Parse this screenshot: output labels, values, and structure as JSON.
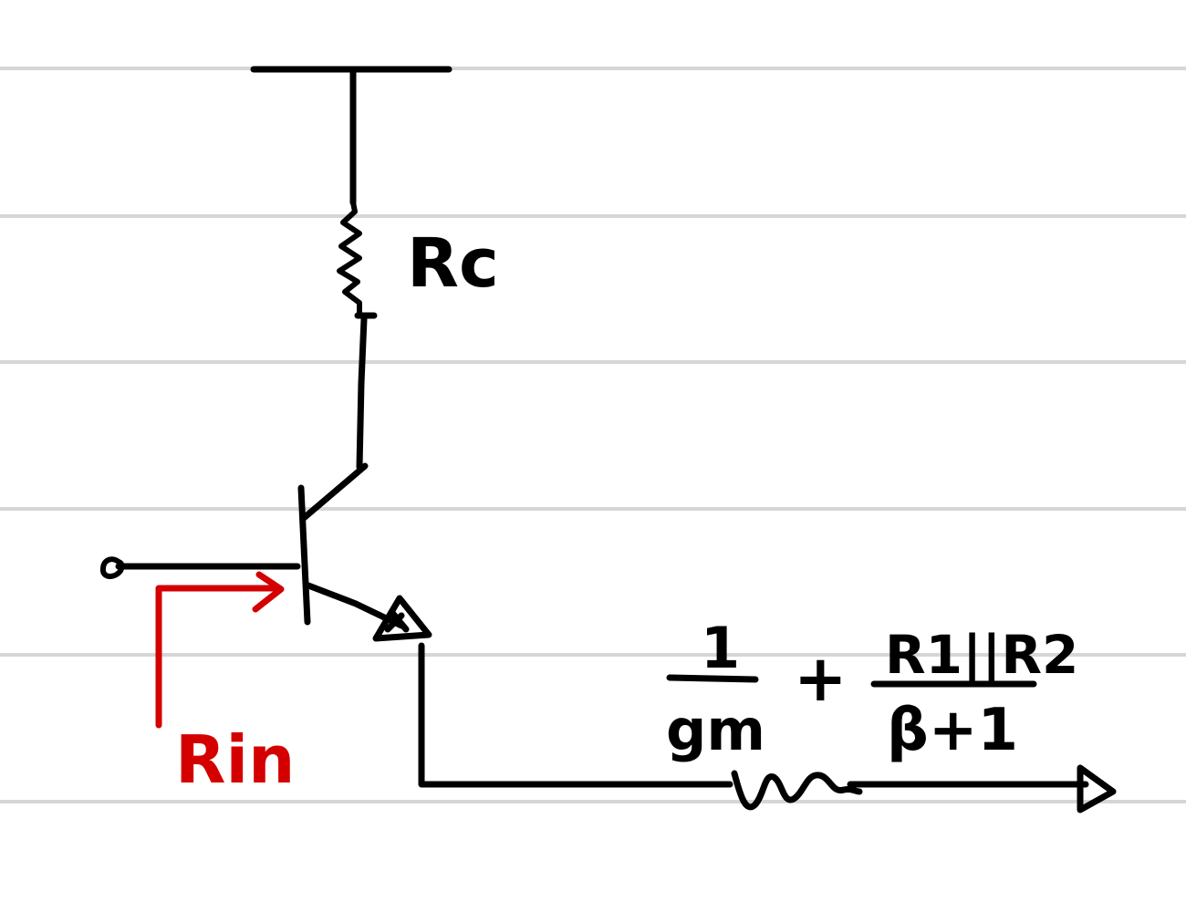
{
  "labels": {
    "collector_resistor": "Rc",
    "input_resistance": "Rin",
    "term1_numerator": "1",
    "term1_denominator": "gm",
    "operator": "+",
    "term2_numerator": "R1||R2",
    "term2_denominator": "β+1"
  },
  "colors": {
    "ink": "#000000",
    "annotation": "#d40000",
    "ruled_line": "#d6d6d6",
    "paper": "#ffffff"
  }
}
